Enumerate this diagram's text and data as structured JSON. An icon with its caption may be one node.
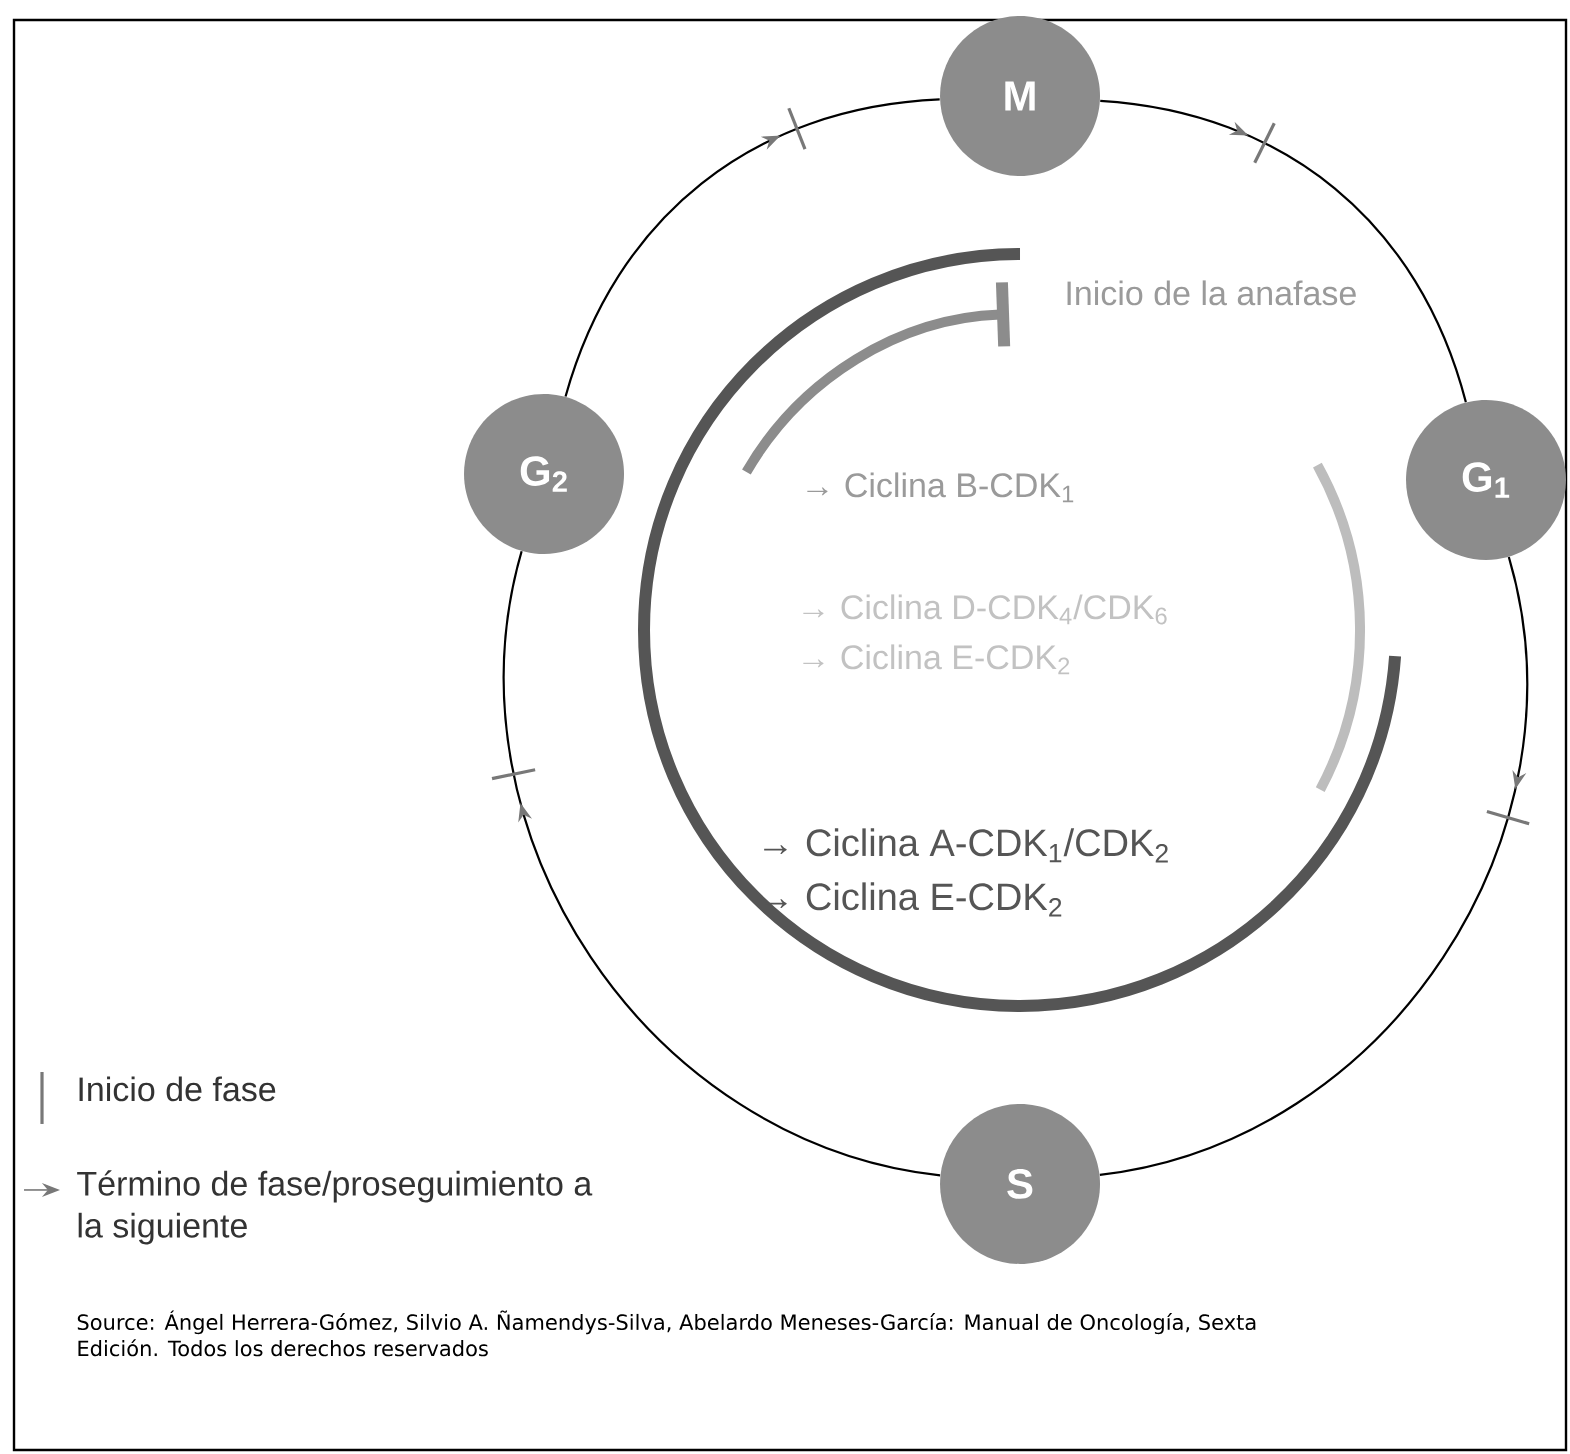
{
  "diagram": {
    "nodes": [
      {
        "text": [
          "M"
        ]
      },
      {
        "text": [
          "G$_{2}$"
        ]
      },
      {
        "text": [
          "G$_{1}$"
        ]
      },
      {
        "text": [
          "S"
        ]
      }
    ],
    "edges": [
      {
        "from": 1,
        "to": 0,
        "arrow": "to"
      },
      {
        "from": 0,
        "to": 2,
        "arrow": "to"
      },
      {
        "from": 2,
        "to": 3,
        "arrow": "to"
      },
      {
        "from": 3,
        "to": 1,
        "arrow": "to"
      }
    ],
    "labels": [
      "Inicio de la anafase",
      "→ Ciclina B-CDK$_{1}$",
      "→ Ciclina D-CDK$_{4}$/CDK$_{6}$",
      "→ Ciclina E-CDK$_{2}$",
      "→ Ciclina A-CDK$_{1}$/CDK$_{2}$",
      "→ Ciclina E-CDK$_{2}$",
      "Source: Ángel Herrera-Gómez, Silvio A. Ñamendys-Silva, Abelardo Meneses-García: Manual de Oncología, Sexta Edición. Todos los derechos reservados"
    ],
    "legend": [
      {
        "text": "Inicio de fase"
      },
      {
        "text": "Término de fase/proseguimiento a la siguiente"
      }
    ]
  }
}
